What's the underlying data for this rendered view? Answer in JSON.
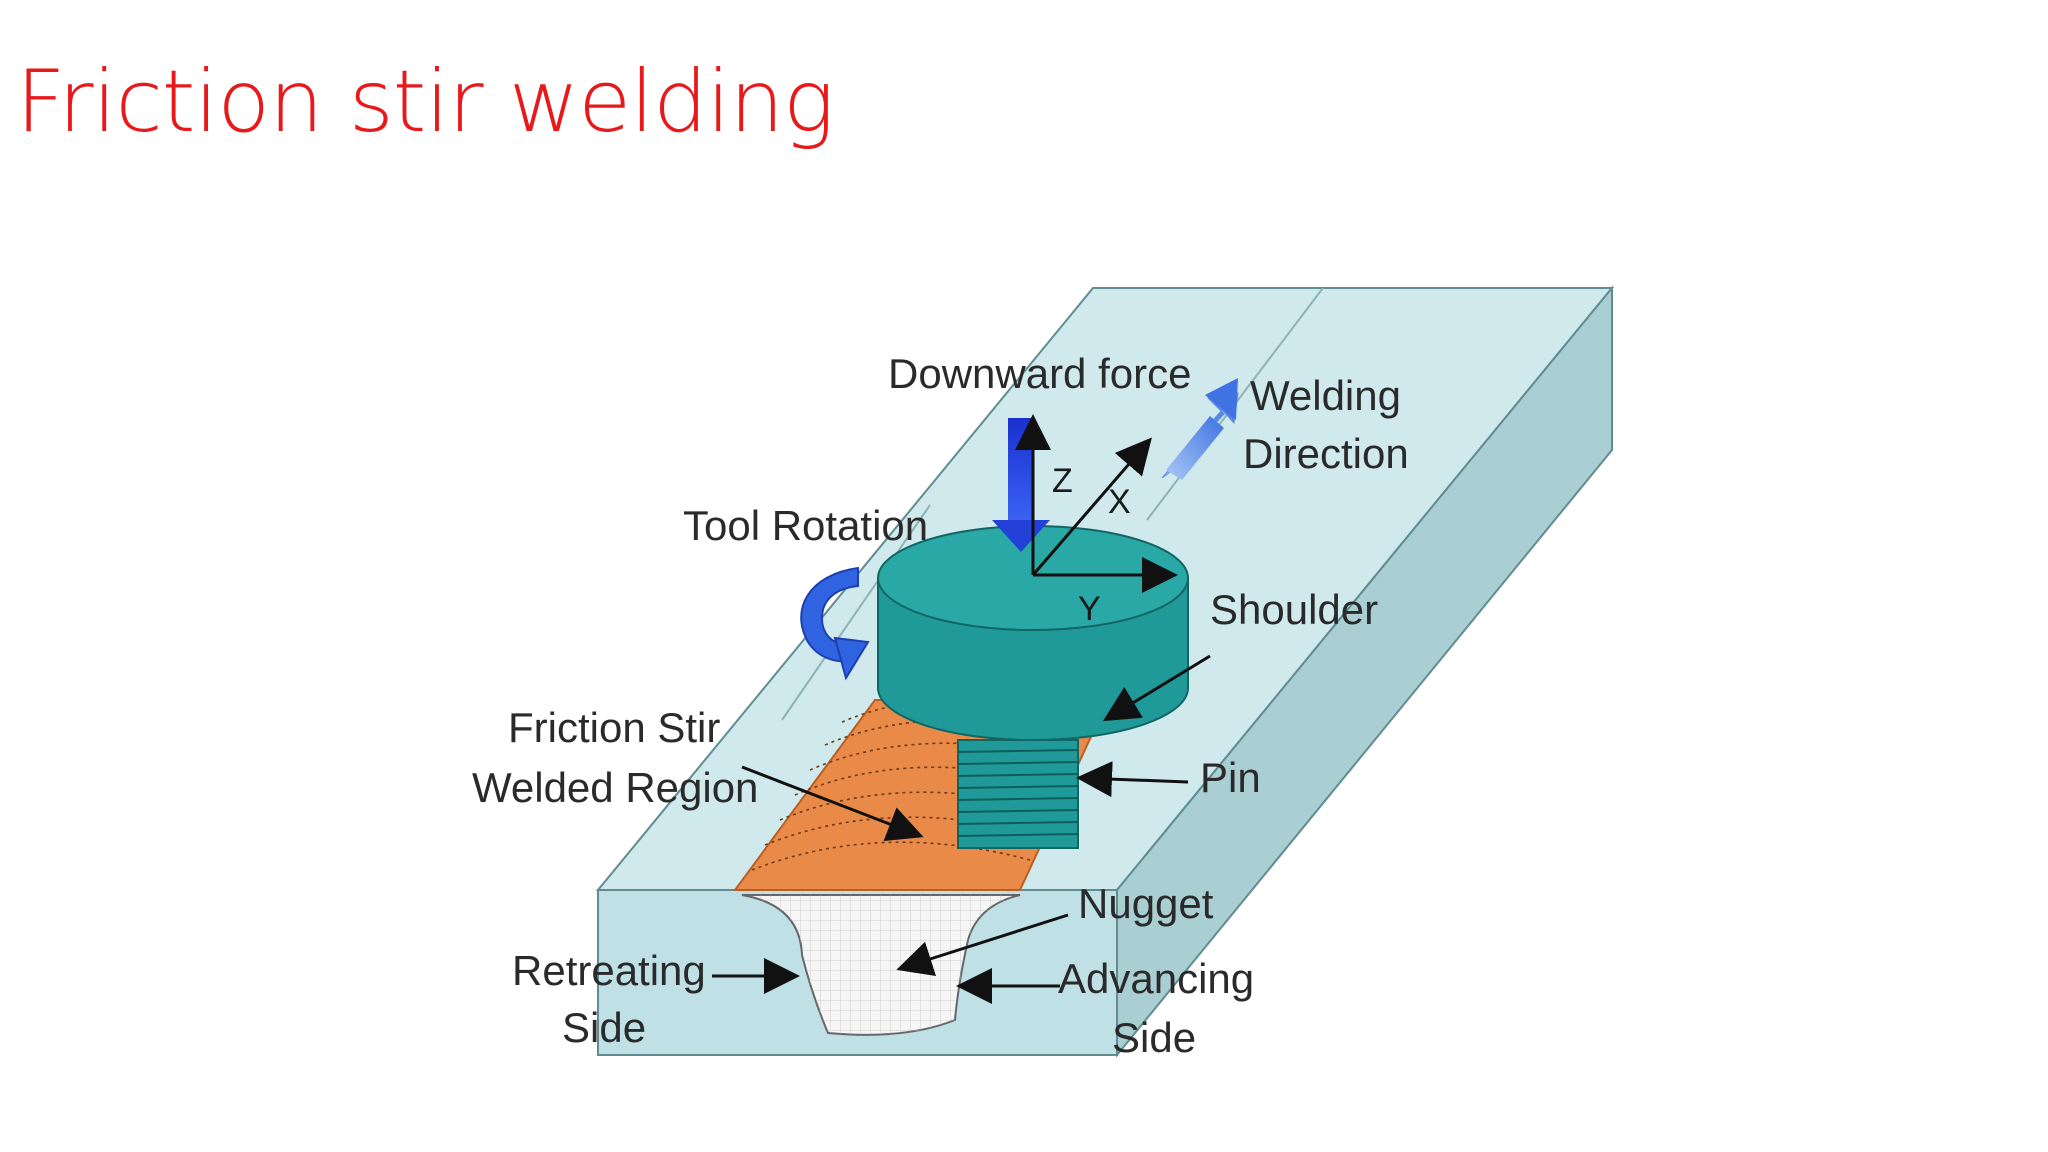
{
  "slide": {
    "title": "Friction stir welding"
  },
  "diagram": {
    "labels": {
      "downward_force": "Downward force",
      "welding_direction_1": "Welding",
      "welding_direction_2": "Direction",
      "tool_rotation": "Tool Rotation",
      "shoulder": "Shoulder",
      "friction_stir_1": "Friction Stir",
      "friction_stir_2": "Welded Region",
      "pin": "Pin",
      "nugget": "Nugget",
      "retreating_1": "Retreating",
      "retreating_2": "Side",
      "advancing_1": "Advancing",
      "advancing_2": "Side"
    },
    "axes": {
      "z": "Z",
      "x": "X",
      "y": "Y"
    },
    "colors": {
      "plate_top": "#cfe9ec",
      "plate_side": "#a9cfd3",
      "plate_front": "#bfe0e4",
      "tool": "#1f9a98",
      "tool_top": "#2aa8a6",
      "weld_region": "#e98a48",
      "nugget": "#f2f2f2",
      "force_arrow": "#2340d8",
      "direction_arrow": "#5d8ee8",
      "rotation_arrow": "#2f63e0"
    }
  }
}
